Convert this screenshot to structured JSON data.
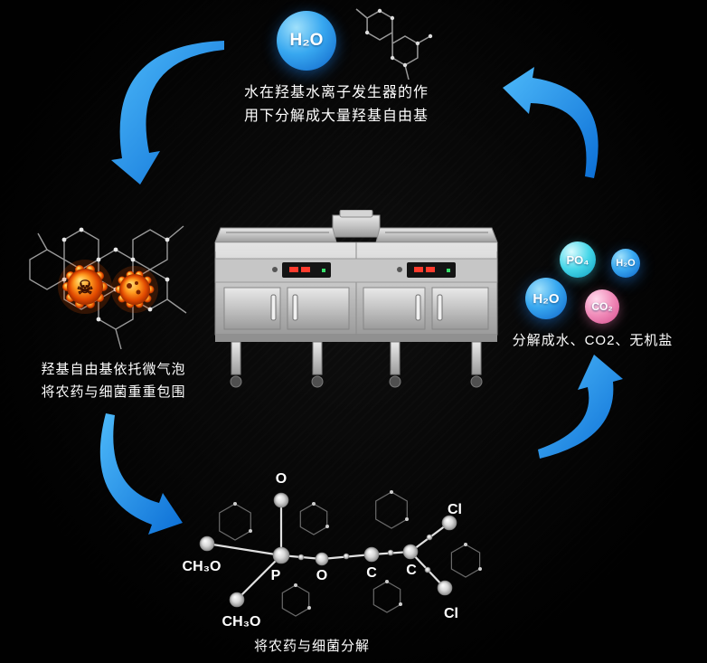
{
  "top_section": {
    "sphere_label": "H₂O",
    "caption_line1": "水在羟基水离子发生器的作",
    "caption_line2": "用下分解成大量羟基自由基"
  },
  "left_section": {
    "caption_line1": "羟基自由基依托微气泡",
    "caption_line2": "将农药与细菌重重包围",
    "skull_icon": "☠"
  },
  "right_section": {
    "sphere_po4": "PO₄",
    "sphere_h2o_small": "H₂O",
    "sphere_h2o_large": "H₂O",
    "sphere_co2": "CO₂",
    "caption": "分解成水、CO2、无机盐"
  },
  "bottom_section": {
    "caption": "将农药与细菌分解",
    "atoms": {
      "o_top": "O",
      "ch3o_left": "CH₃O",
      "ch3o_bottom": "CH₃O",
      "p": "P",
      "o_mid": "O",
      "c1": "C",
      "c2": "C",
      "cl_top": "Cl",
      "cl_bottom": "Cl"
    }
  },
  "colors": {
    "arrow_blue_light": "#4db9f9",
    "arrow_blue_dark": "#0c6fd6",
    "sphere_blue": "#1f8fe0",
    "sphere_cyan": "#35cfe2",
    "sphere_pink": "#ee7fb2",
    "ball_orange": "#ff7a1a",
    "text_white": "#ffffff",
    "background": "#060606"
  }
}
